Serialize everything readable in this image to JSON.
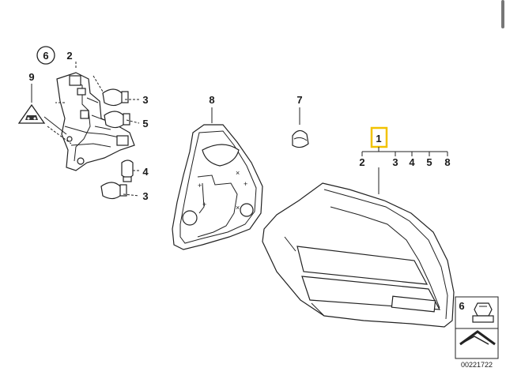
{
  "diagram": {
    "labels": {
      "p6_circle": "6",
      "p2_left": "2",
      "p9": "9",
      "p3_top": "3",
      "p5": "5",
      "p4": "4",
      "p3_bottom": "3",
      "p8_top": "8",
      "p7": "7",
      "p1_box": "1",
      "sub2": "2",
      "sub3": "3",
      "sub4": "4",
      "sub5": "5",
      "sub8": "8",
      "legend6": "6"
    },
    "drawing_number": "00221722",
    "highlight_color": "#f2c200"
  }
}
